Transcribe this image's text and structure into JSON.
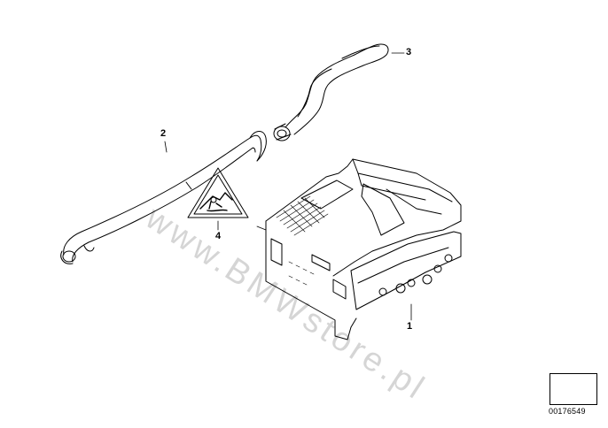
{
  "callouts": {
    "part_1": "1",
    "part_2": "2",
    "part_3": "3",
    "part_4": "4"
  },
  "drawing_number": "00176549",
  "watermark": "www.BMWstore.pl",
  "icons": {
    "warning_sign": "warning-triangle-icon",
    "arrow_symbol": "angled-arrow-icon"
  },
  "colors": {
    "line": "#000000",
    "background": "#ffffff"
  }
}
